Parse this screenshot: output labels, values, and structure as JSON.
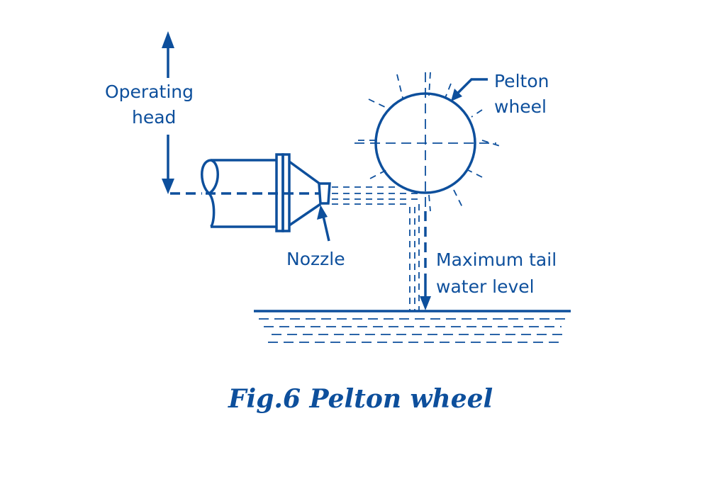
{
  "figure": {
    "caption": "Fig.6 Pelton wheel",
    "accent_color": "#0d4f9c",
    "labels": {
      "operating_head_line1": "Operating",
      "operating_head_line2": "head",
      "pelton_wheel_line1": "Pelton",
      "pelton_wheel_line2": "wheel",
      "nozzle": "Nozzle",
      "tail_water_line1": "Maximum tail",
      "tail_water_line2": "water level"
    }
  }
}
